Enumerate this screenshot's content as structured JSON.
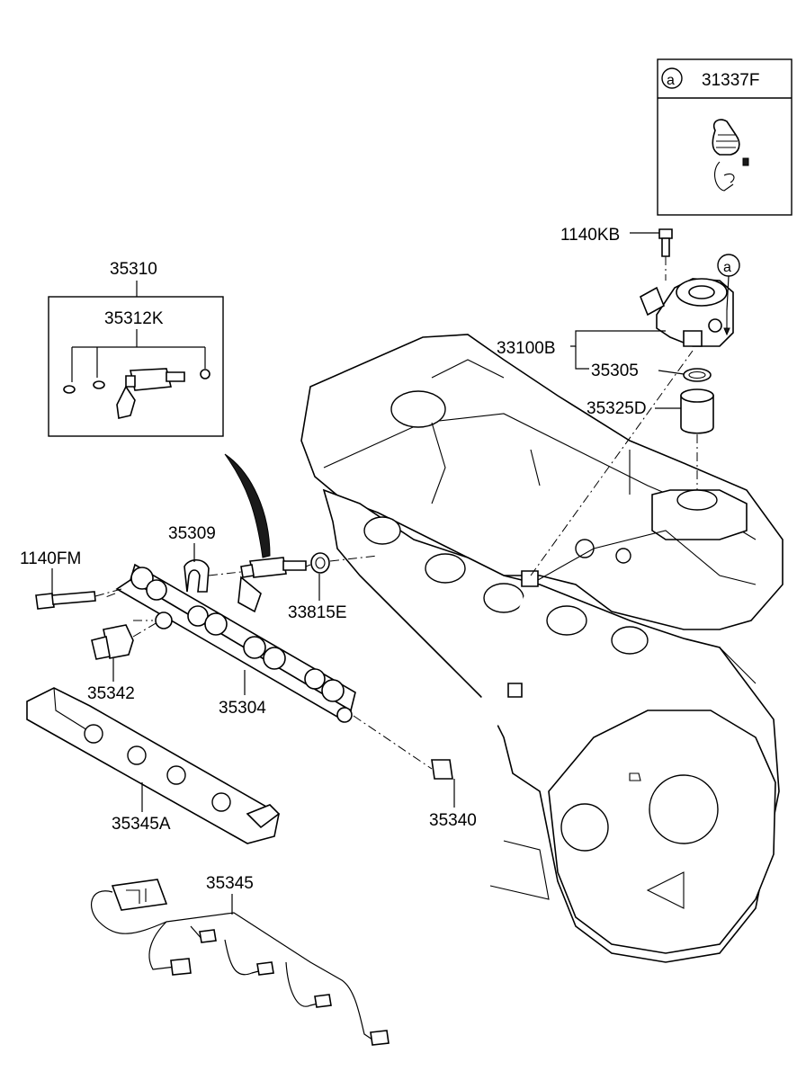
{
  "parts": {
    "p31337F": "31337F",
    "p1140KB": "1140KB",
    "p35310": "35310",
    "p35312K": "35312K",
    "p33100B": "33100B",
    "p35305": "35305",
    "p35325D": "35325D",
    "p35309": "35309",
    "p1140FM": "1140FM",
    "p33815E": "33815E",
    "p35342": "35342",
    "p35304": "35304",
    "p35345A": "35345A",
    "p35340": "35340",
    "p35345": "35345"
  },
  "callout_marker": "a"
}
